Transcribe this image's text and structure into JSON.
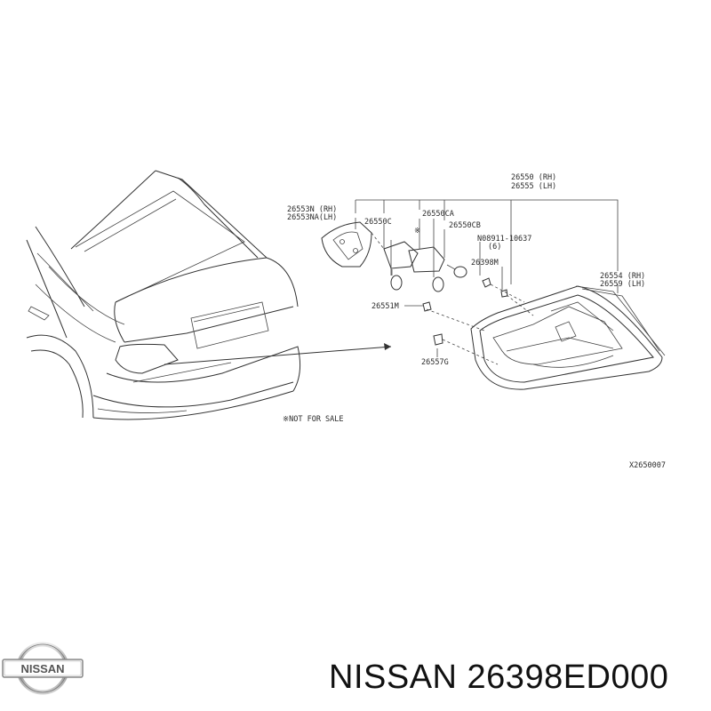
{
  "diagram": {
    "labels": {
      "p26550": "26550 (RH)",
      "p26555": "26555 (LH)",
      "p26553n": "26553N (RH)",
      "p26553na": "26553NA(LH)",
      "p26550c": "26550C",
      "p26550ca": "26550CA",
      "p26550cb": "26550CB",
      "p08911": "N08911-10637",
      "p08911qty": "(6)",
      "p26398m": "26398M",
      "p26554": "26554 (RH)",
      "p26559": "26559 (LH)",
      "p26551m": "26551M",
      "p26557g": "26557G",
      "star": "※",
      "not_for_sale": "※NOT FOR SALE",
      "ref_code": "X2650007"
    }
  },
  "brand": {
    "logo_text": "NISSAN",
    "part_title": "NISSAN 26398ED000"
  }
}
